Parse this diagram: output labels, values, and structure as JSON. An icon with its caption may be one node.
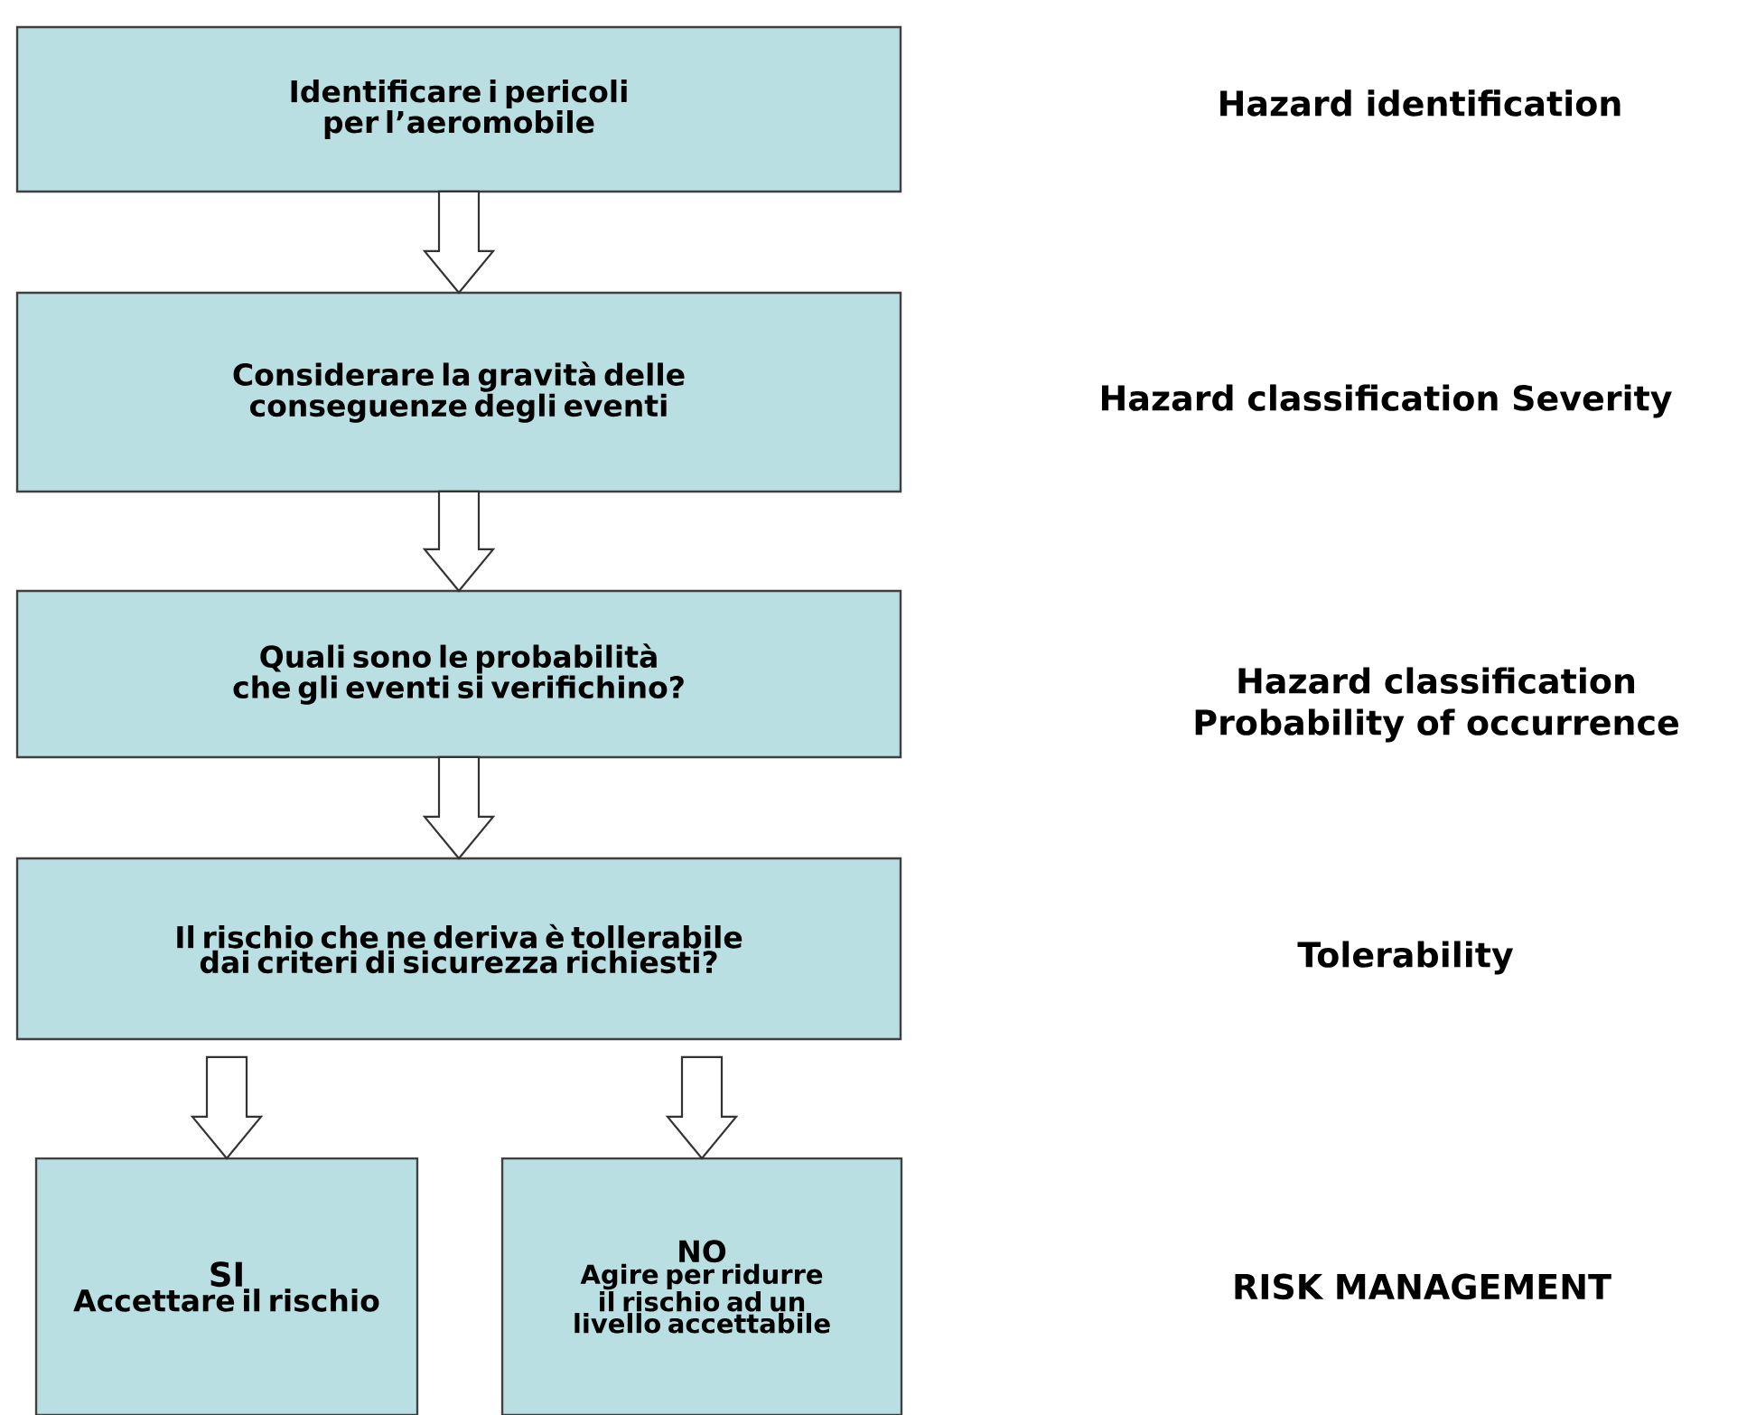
{
  "diagram": {
    "nodes": [
      {
        "text": [
          "Identificare i pericoli per l’aeromobile"
        ]
      },
      {
        "text": [
          "Considerare la gravità delle conseguenze degli eventi"
        ]
      },
      {
        "text": [
          "Quali sono le probabilità che gli eventi si verifichino?"
        ]
      },
      {
        "text": [
          "Il rischio che ne deriva è tollerabile dai criteri di sicurezza richiesti?"
        ]
      },
      {
        "text": [
          "SI",
          "Accettare il rischio"
        ]
      },
      {
        "text": [
          "NO",
          "Agire per ridurre il rischio ad un livello accettabile"
        ]
      }
    ],
    "edges": [
      {
        "from": 0,
        "to": 1,
        "arrow": "to"
      },
      {
        "from": 1,
        "to": 2,
        "arrow": "to"
      },
      {
        "from": 2,
        "to": 3,
        "arrow": "to"
      },
      {
        "from": 3,
        "to": 4,
        "arrow": "to"
      },
      {
        "from": 3,
        "to": 5,
        "arrow": "to"
      }
    ],
    "labels": [
      "Hazard identification",
      "Hazard classification Severity",
      "Hazard classification Probability of occurrence",
      "Tolerability",
      "RISK MANAGEMENT"
    ]
  }
}
